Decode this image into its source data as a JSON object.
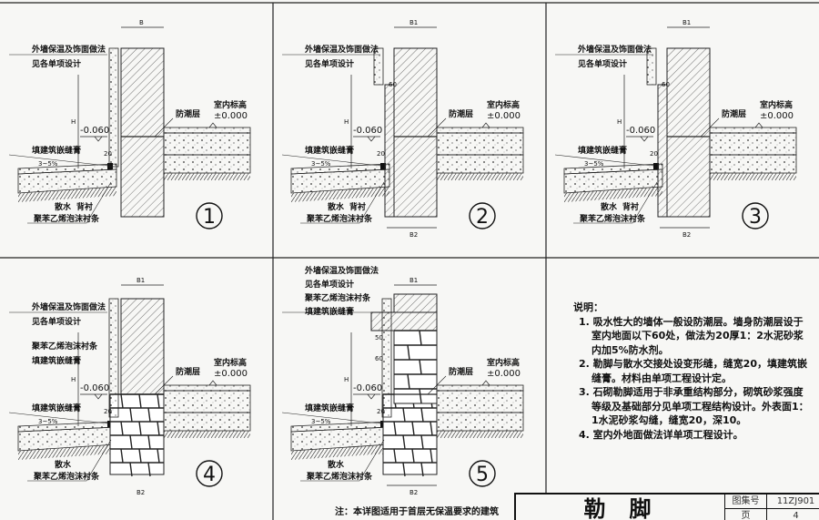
{
  "panels": [
    {
      "number": "1",
      "insulation_note_1": "外墙保温及饰面做法",
      "insulation_note_2": "见各单项设计",
      "dim_b": "B",
      "dim_h": "H",
      "elevation_outside": "-0.060",
      "damp_proof": "防潮层",
      "indoor_label": "室内标高",
      "indoor_elevation": "±0.000",
      "sealant": "填建筑嵌缝膏",
      "slope": "3~5%",
      "dim_20": "20",
      "apron": "散水",
      "backing": "背衬",
      "foam_strip": "聚苯乙烯泡沫衬条"
    },
    {
      "number": "2",
      "insulation_note_1": "外墙保温及饰面做法",
      "insulation_note_2": "见各单项设计",
      "dim_b1": "B1",
      "dim_b2": "B2",
      "dim_h": "H",
      "dim_60": "60",
      "elevation_outside": "-0.060",
      "damp_proof": "防潮层",
      "indoor_label": "室内标高",
      "indoor_elevation": "±0.000",
      "sealant": "填建筑嵌缝膏",
      "slope": "3~5%",
      "dim_20": "20",
      "apron": "散水",
      "backing": "背衬",
      "foam_strip": "聚苯乙烯泡沫衬条"
    },
    {
      "number": "3",
      "insulation_note_1": "外墙保温及饰面做法",
      "insulation_note_2": "见各单项设计",
      "dim_b1": "B1",
      "dim_b2": "B2",
      "dim_h": "H",
      "dim_60": "60",
      "elevation_outside": "-0.060",
      "damp_proof": "防潮层",
      "indoor_label": "室内标高",
      "indoor_elevation": "±0.000",
      "sealant": "填建筑嵌缝膏",
      "slope": "3~5%",
      "dim_20": "20",
      "apron": "散水",
      "backing": "背衬",
      "foam_strip": "聚苯乙烯泡沫衬条"
    },
    {
      "number": "4",
      "insulation_note_1": "外墙保温及饰面做法",
      "insulation_note_2": "见各单项设计",
      "dim_b1": "B1",
      "dim_b2": "B2",
      "dim_h": "H",
      "foam_strip_top": "聚苯乙烯泡沫衬条",
      "sealant_top": "填建筑嵌缝膏",
      "elevation_outside": "-0.060",
      "damp_proof": "防潮层",
      "indoor_label": "室内标高",
      "indoor_elevation": "±0.000",
      "sealant": "填建筑嵌缝膏",
      "slope": "3~5%",
      "dim_20": "20",
      "apron": "散水",
      "foam_strip": "聚苯乙烯泡沫衬条"
    },
    {
      "number": "5",
      "insulation_note_1": "外墙保温及饰面做法",
      "insulation_note_2": "见各单项设计",
      "foam_strip_top": "聚苯乙烯泡沫衬条",
      "sealant_top": "填建筑嵌缝膏",
      "dim_b1": "B1",
      "dim_b2": "B2",
      "dim_h": "H",
      "dim_50": "50",
      "dim_60": "60",
      "elevation_outside": "-0.060",
      "damp_proof": "防潮层",
      "indoor_label": "室内标高",
      "indoor_elevation": "±0.000",
      "sealant": "填建筑嵌缝膏",
      "slope": "3~5%",
      "dim_20": "20",
      "apron": "散水",
      "foam_strip": "聚苯乙烯泡沫衬条"
    }
  ],
  "notes": {
    "heading": "说明：",
    "items": [
      "1. 吸水性大的墙体一般设防潮层。墙身防潮层设于室内地面以下60处，做法为20厚1：2水泥砂浆内加5%防水剂。",
      "2. 勒脚与散水交接处设变形缝，缝宽20，填建筑嵌缝膏。材料由单项工程设计定。",
      "3. 石砌勒脚适用于非承重结构部分，砌筑砂浆强度等级及基础部分见单项工程结构设计。外表面1：1水泥砂浆勾缝，缝宽20，深10。",
      "4. 室内外地面做法详单项工程设计。"
    ]
  },
  "footnote": "注：本详图适用于首层无保温要求的建筑",
  "title_block": {
    "title": "勒脚",
    "atlas_label": "图集号",
    "atlas_value": "11ZJ901",
    "page_label": "页",
    "page_value": "4"
  }
}
